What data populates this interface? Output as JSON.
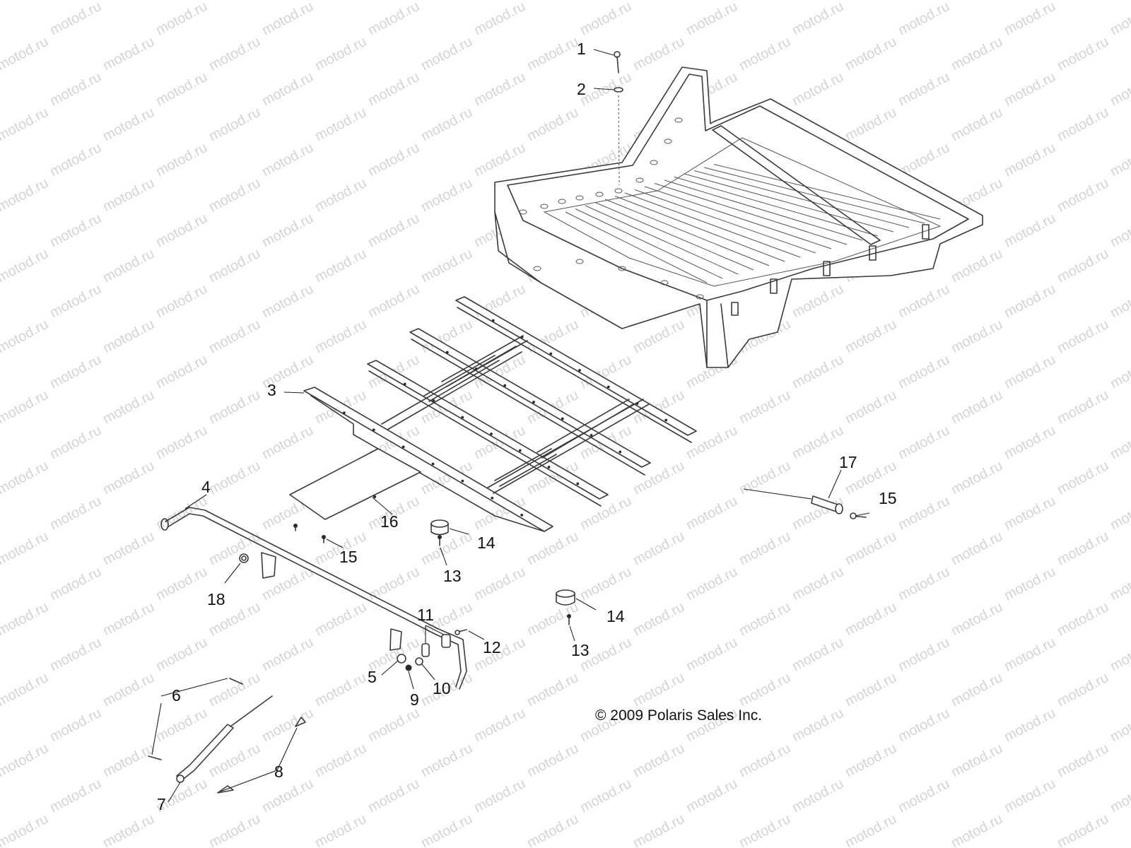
{
  "watermark": "motod.ru",
  "copyright": "© 2009 Polaris Sales Inc.",
  "callouts": [
    "1",
    "2",
    "3",
    "4",
    "5",
    "6",
    "7",
    "8",
    "9",
    "10",
    "11",
    "12",
    "13",
    "14",
    "15",
    "16",
    "17",
    "18"
  ],
  "extra_callouts": {
    "13b": "13",
    "14b": "14",
    "15b": "15"
  }
}
